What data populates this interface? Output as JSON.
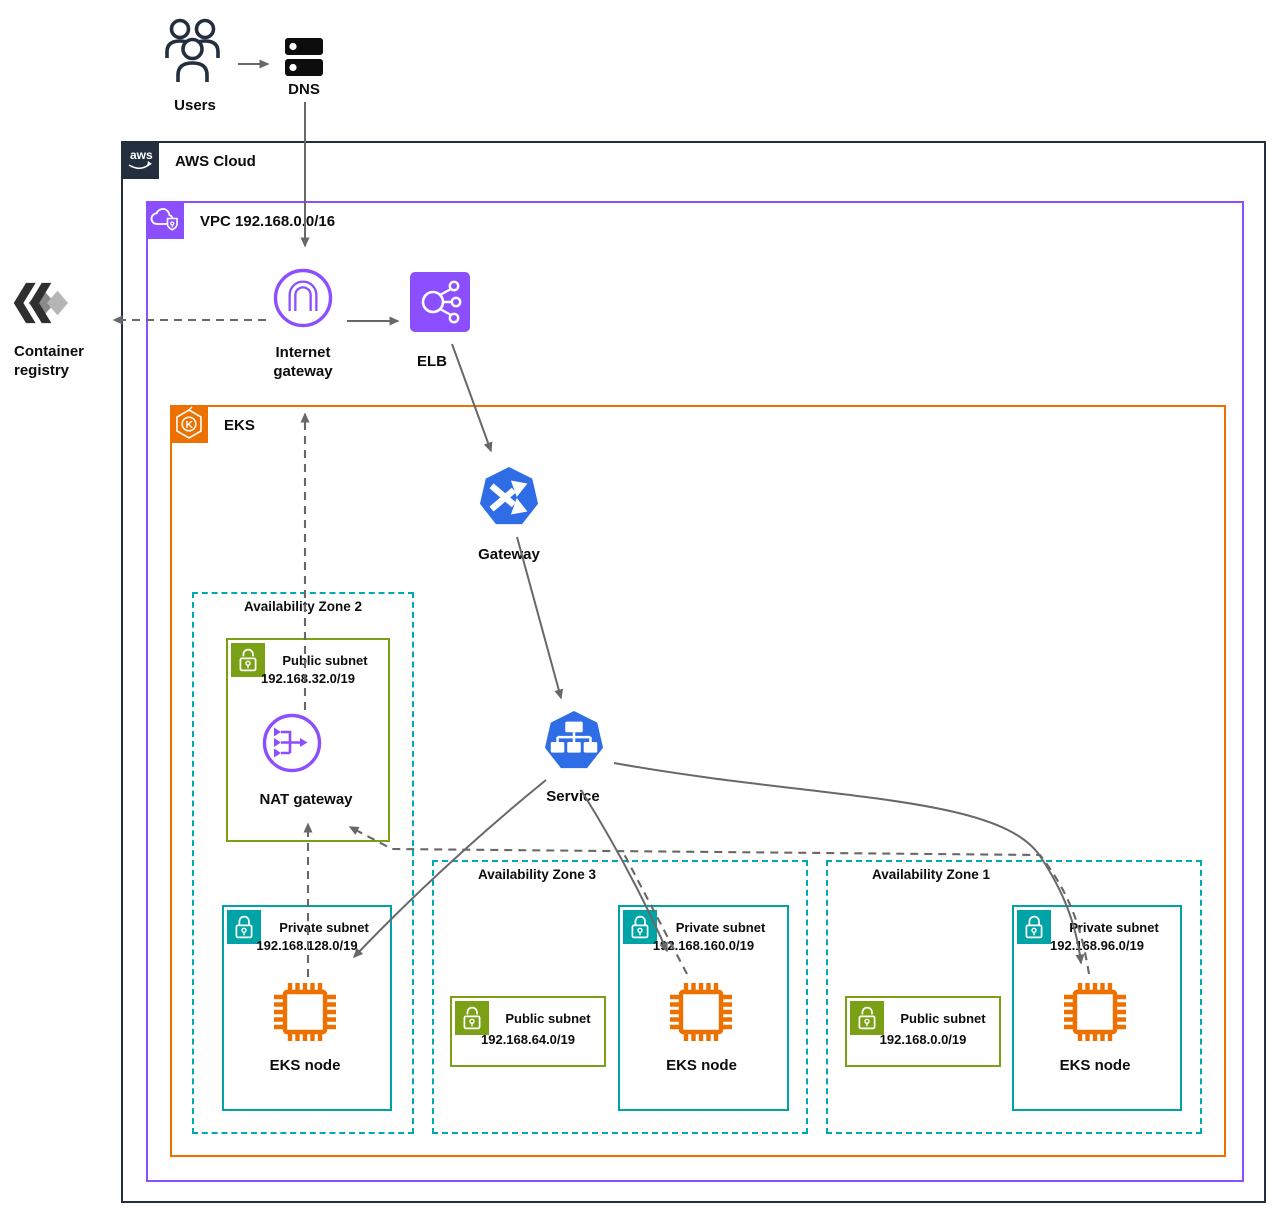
{
  "colors": {
    "aws_dark": "#232F3E",
    "vpc_purple": "#8C4FFF",
    "eks_orange": "#ED7100",
    "public_subnet_green": "#7AA116",
    "private_subnet_teal": "#00A4A6",
    "az_border_teal": "#00AAB5",
    "k8s_blue": "#2E6DE5",
    "arrow_gray": "#686868"
  },
  "external": {
    "users_label": "Users",
    "dns_label": "DNS",
    "container_registry_line1": "Container",
    "container_registry_line2": "registry"
  },
  "aws_cloud": {
    "label": "AWS Cloud"
  },
  "vpc": {
    "label": "VPC 192.168.0.0/16"
  },
  "eks": {
    "label": "EKS"
  },
  "nodes": {
    "internet_gateway_line1": "Internet",
    "internet_gateway_line2": "gateway",
    "elb_label": "ELB",
    "gateway_label": "Gateway",
    "service_label": "Service",
    "nat_gateway_label": "NAT gateway",
    "eks_node_label": "EKS node"
  },
  "zones": {
    "az2": {
      "label": "Availability Zone 2",
      "public_subnet": {
        "name": "Public subnet",
        "cidr": "192.168.32.0/19"
      },
      "private_subnet": {
        "name": "Private subnet",
        "cidr": "192.168.128.0/19"
      }
    },
    "az3": {
      "label": "Availability Zone 3",
      "public_subnet": {
        "name": "Public subnet",
        "cidr": "192.168.64.0/19"
      },
      "private_subnet": {
        "name": "Private subnet",
        "cidr": "192.168.160.0/19"
      }
    },
    "az1": {
      "label": "Availability Zone 1",
      "public_subnet": {
        "name": "Public subnet",
        "cidr": "192.168.0.0/19"
      },
      "private_subnet": {
        "name": "Private subnet",
        "cidr": "192.168.96.0/19"
      }
    }
  }
}
